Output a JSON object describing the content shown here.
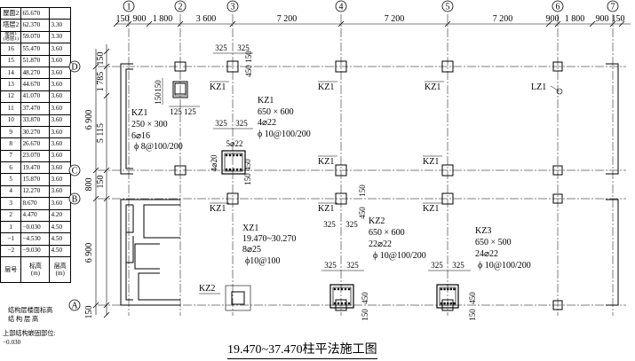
{
  "floor_table": {
    "rows": [
      {
        "floor": "屋面2",
        "elev": "65.670",
        "height": ""
      },
      {
        "floor": "塔层2",
        "elev": "62.370",
        "height": "3.30"
      },
      {
        "floor": "屋面1\n(塔层1)",
        "elev": "59.070",
        "height": "3.30"
      },
      {
        "floor": "16",
        "elev": "55.470",
        "height": "3.60"
      },
      {
        "floor": "15",
        "elev": "51.870",
        "height": "3.60"
      },
      {
        "floor": "14",
        "elev": "48.270",
        "height": "3.60"
      },
      {
        "floor": "13",
        "elev": "44.670",
        "height": "3.60"
      },
      {
        "floor": "12",
        "elev": "41.070",
        "height": "3.60"
      },
      {
        "floor": "11",
        "elev": "37.470",
        "height": "3.60"
      },
      {
        "floor": "10",
        "elev": "33.870",
        "height": "3.60"
      },
      {
        "floor": "9",
        "elev": "30.270",
        "height": "3.60"
      },
      {
        "floor": "8",
        "elev": "26.670",
        "height": "3.60"
      },
      {
        "floor": "7",
        "elev": "23.070",
        "height": "3.60"
      },
      {
        "floor": "6",
        "elev": "19.470",
        "height": "3.60"
      },
      {
        "floor": "5",
        "elev": "15.870",
        "height": "3.60"
      },
      {
        "floor": "4",
        "elev": "12.270",
        "height": "3.60"
      },
      {
        "floor": "3",
        "elev": "8.670",
        "height": "3.60"
      },
      {
        "floor": "2",
        "elev": "4.470",
        "height": "4.20"
      },
      {
        "floor": "1",
        "elev": "−0.030",
        "height": "4.50"
      },
      {
        "floor": "−1",
        "elev": "−4.530",
        "height": "4.50"
      },
      {
        "floor": "−2",
        "elev": "−9.030",
        "height": "4.50"
      }
    ],
    "header": {
      "floor": "层号",
      "elev": "标高\n(m)",
      "height": "层高\n(m)"
    },
    "caption_line1": "结构层楼面标高",
    "caption_line2": "结 构 层 高",
    "note_line1": "上部结构嵌固部位:",
    "note_line2": "−0.030"
  },
  "axes": {
    "columns": [
      "1",
      "2",
      "3",
      "4",
      "5",
      "6",
      "7"
    ],
    "rows": [
      "D",
      "C",
      "B",
      "A"
    ]
  },
  "dimensions": {
    "top": [
      "150",
      "900",
      "1 800",
      "3 600",
      "7 200",
      "7 200",
      "7 200",
      "900",
      "1 800",
      "900",
      "150"
    ],
    "left": [
      "150",
      "1 785",
      "5 115",
      "6 900",
      "800",
      "150",
      "6 900",
      "150"
    ]
  },
  "labels": {
    "kz1": "KZ1",
    "kz2": "KZ2",
    "lz1": "LZ1",
    "xz1": "XZ1"
  },
  "details": {
    "kz1_small": {
      "name": "KZ1",
      "size": "250 × 300",
      "main": "6⌀16",
      "stirrup": "ϕ 8@100/200",
      "d1": "150",
      "d2": "150",
      "d3": "125",
      "d4": "125"
    },
    "kz1": {
      "name": "KZ1",
      "size": "650 × 600",
      "main": "4⌀22",
      "stirrup": "ϕ 10@100/200",
      "d1": "325",
      "d2": "325",
      "bars": "5⌀22",
      "side": "4⌀20",
      "d3": "150",
      "d4": "450"
    },
    "kz1_top": {
      "d1": "325",
      "d2": "325",
      "d3": "450",
      "d4": "150"
    },
    "kz1_b": {
      "d1": "325",
      "d2": "325",
      "d3": "450",
      "d4": "150"
    },
    "xz1": {
      "name": "XZ1",
      "range": "19.470~30.270",
      "main": "8⌀25",
      "stirrup": "ϕ10@100"
    },
    "kz2": {
      "name": "KZ2",
      "size": "650 × 600",
      "main": "22⌀22",
      "stirrup": "ϕ 10@100/200",
      "d1": "325",
      "d2": "325",
      "d3": "150",
      "d4": "450"
    },
    "kz3": {
      "name": "KZ3",
      "size": "650 × 500",
      "main": "24⌀22",
      "stirrup": "ϕ 10@100/200",
      "d1": "325",
      "d2": "325",
      "d3": "150",
      "d4": "450"
    }
  },
  "title": "19.470~37.470柱平法施工图"
}
